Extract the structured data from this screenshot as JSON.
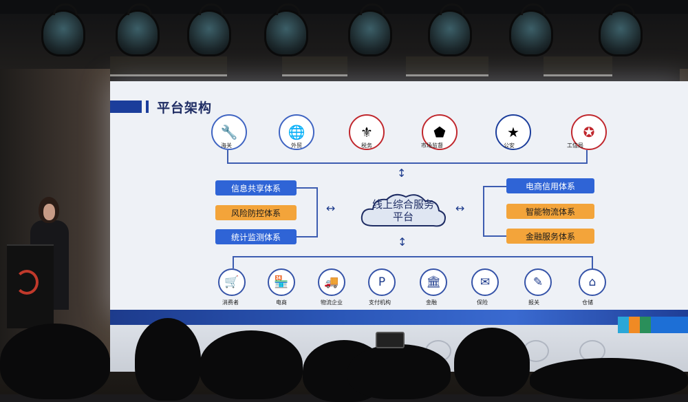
{
  "slide": {
    "title": "平台架构",
    "center": "线上综合服务平台",
    "gov_agencies": [
      {
        "label": "海关",
        "icon": "wrench-key-icon"
      },
      {
        "label": "外贸",
        "icon": "globe-building-icon"
      },
      {
        "label": "税务",
        "icon": "tax-emblem-icon"
      },
      {
        "label": "市场监督",
        "icon": "market-badge-icon"
      },
      {
        "label": "公安",
        "icon": "police-emblem-icon"
      },
      {
        "label": "工信局",
        "icon": "national-emblem-icon"
      }
    ],
    "left_systems": [
      {
        "label": "信息共享体系",
        "color": "blue"
      },
      {
        "label": "风险防控体系",
        "color": "orange"
      },
      {
        "label": "统计监测体系",
        "color": "blue"
      }
    ],
    "right_systems": [
      {
        "label": "电商信用体系",
        "color": "blue"
      },
      {
        "label": "智能物流体系",
        "color": "orange"
      },
      {
        "label": "金融服务体系",
        "color": "orange"
      }
    ],
    "participants": [
      {
        "label": "消费者",
        "icon": "shopping-cart-icon"
      },
      {
        "label": "电商",
        "icon": "storefront-icon"
      },
      {
        "label": "物流企业",
        "icon": "delivery-truck-icon"
      },
      {
        "label": "支付机构",
        "icon": "payment-icon"
      },
      {
        "label": "金融",
        "icon": "bank-icon"
      },
      {
        "label": "保险",
        "icon": "envelope-icon"
      },
      {
        "label": "报关",
        "icon": "edit-document-icon"
      },
      {
        "label": "仓储",
        "icon": "warehouse-icon"
      }
    ],
    "colors": {
      "brand_blue": "#1b3d9b",
      "box_blue": "#2f64d6",
      "box_orange": "#f3a43a"
    }
  }
}
